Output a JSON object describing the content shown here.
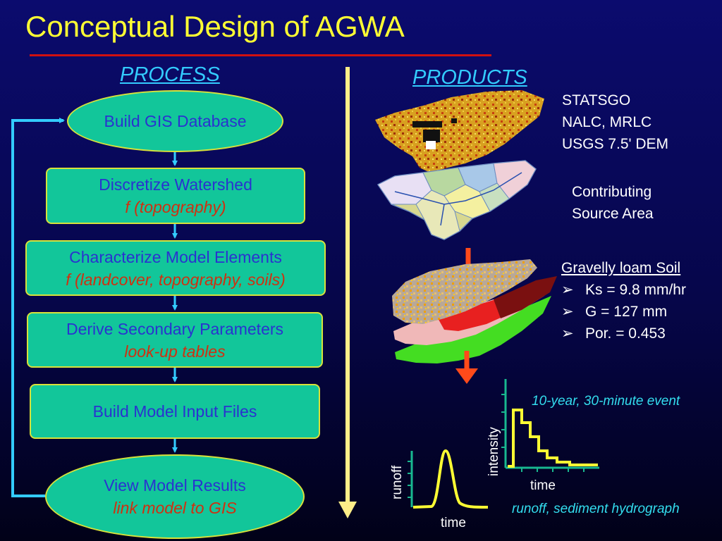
{
  "title": "Conceptual Design of AGWA",
  "process_heading": "PROCESS",
  "products_heading": "PRODUCTS",
  "process": [
    {
      "main": "Build GIS Database",
      "sub": ""
    },
    {
      "main": "Discretize Watershed",
      "sub": "f (topography)"
    },
    {
      "main": "Characterize Model Elements",
      "sub": "f (landcover, topography, soils)"
    },
    {
      "main": "Derive Secondary Parameters",
      "sub": "look-up tables"
    },
    {
      "main": "Build Model Input Files",
      "sub": ""
    },
    {
      "main": "View Model Results",
      "sub": "link model to GIS"
    }
  ],
  "products": {
    "datasets": [
      "STATSGO",
      "NALC, MRLC",
      "USGS 7.5' DEM"
    ],
    "contributing": [
      "Contributing",
      "Source Area"
    ],
    "soil": {
      "title": "Gravelly loam Soil",
      "bullet_icon": "checkmark-arrow-icon",
      "items": [
        "Ks = 9.8 mm/hr",
        "G = 127 mm",
        "Por. = 0.453"
      ]
    }
  },
  "hyetograph": {
    "caption": "10-year, 30-minute event",
    "xlabel": "time",
    "ylabel": "intensity"
  },
  "hydrograph": {
    "caption": "runoff, sediment hydrograph",
    "xlabel": "time",
    "ylabel": "runoff"
  },
  "colors": {
    "box_fill": "#12c69a",
    "box_border": "#d8e23a",
    "box_text": "#2a32d0",
    "sub_text": "#d03010",
    "connector": "#33ccff",
    "timeline_arrow": "#ffee88",
    "flow_arrow": "#ff4a1a",
    "title": "#ffff33",
    "rule": "#d01010"
  }
}
